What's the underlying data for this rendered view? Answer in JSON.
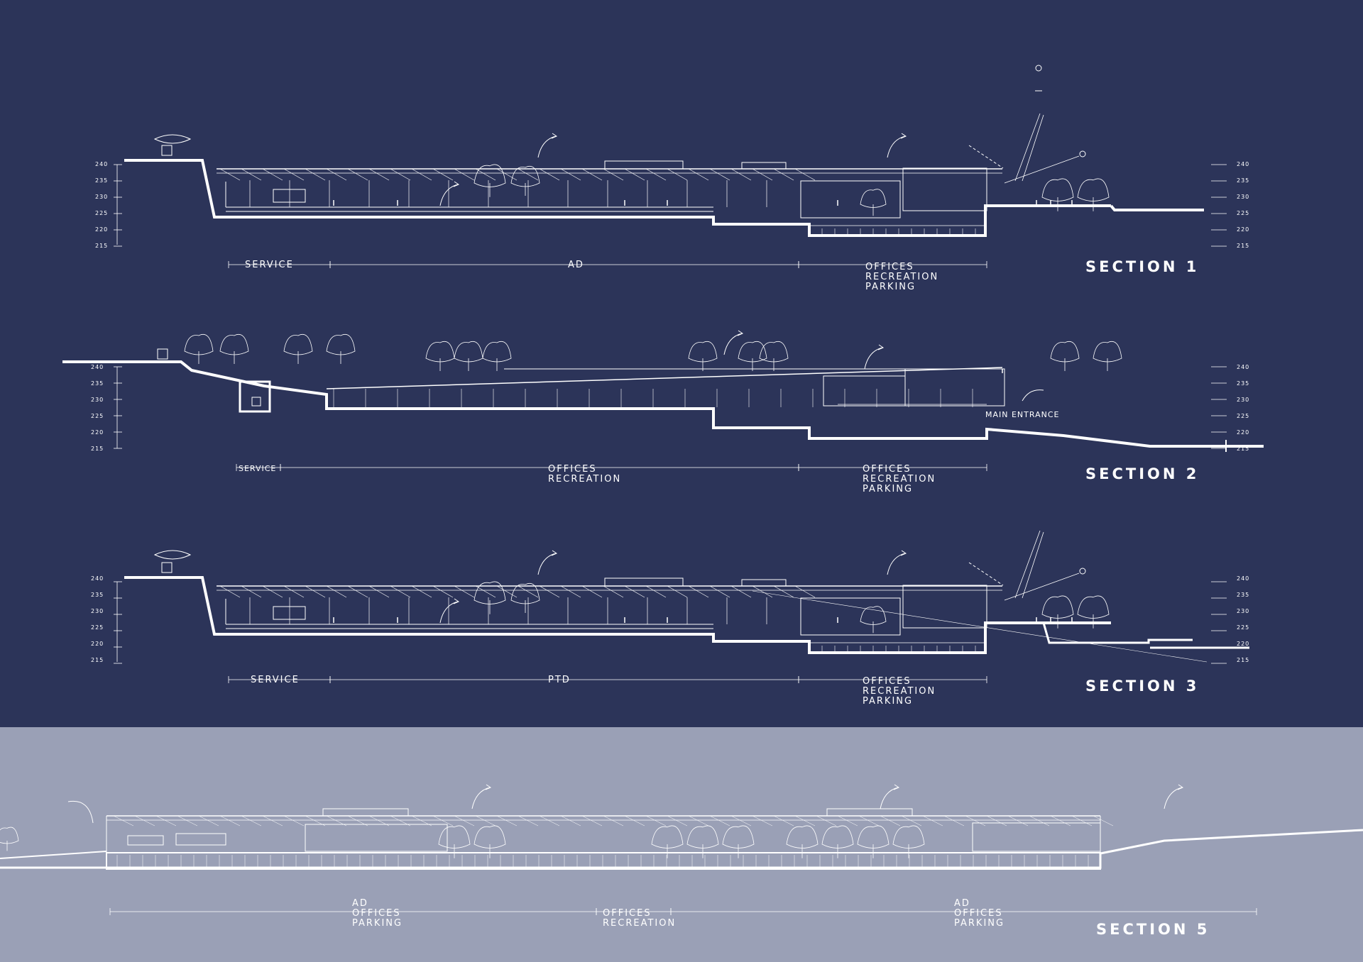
{
  "colors": {
    "background_top": "#2c3459",
    "background_bottom": "#9aa0b6",
    "line": "#ffffff"
  },
  "sections": [
    {
      "title": "SECTION 1",
      "levels_left": [
        "240",
        "235",
        "230",
        "225",
        "220",
        "215"
      ],
      "levels_right": [
        "240",
        "235",
        "230",
        "225",
        "220",
        "215"
      ],
      "zones": [
        {
          "lines": [
            "SERVICE"
          ]
        },
        {
          "lines": [
            "AD"
          ]
        },
        {
          "lines": [
            "OFFICES",
            "RECREATION",
            "PARKING"
          ]
        }
      ]
    },
    {
      "title": "SECTION 2",
      "levels_left": [
        "240",
        "235",
        "230",
        "225",
        "220",
        "215"
      ],
      "levels_right": [
        "240",
        "235",
        "230",
        "225",
        "220",
        "215"
      ],
      "annotation": "MAIN ENTRANCE",
      "zones": [
        {
          "lines": [
            "SERVICE"
          ]
        },
        {
          "lines": [
            "OFFICES",
            "RECREATION"
          ]
        },
        {
          "lines": [
            "OFFICES",
            "RECREATION",
            "PARKING"
          ]
        }
      ]
    },
    {
      "title": "SECTION 3",
      "levels_left": [
        "240",
        "235",
        "230",
        "225",
        "220",
        "215"
      ],
      "levels_right": [
        "240",
        "235",
        "230",
        "225",
        "220",
        "215"
      ],
      "zones": [
        {
          "lines": [
            "SERVICE"
          ]
        },
        {
          "lines": [
            "PTD"
          ]
        },
        {
          "lines": [
            "OFFICES",
            "RECREATION",
            "PARKING"
          ]
        }
      ]
    },
    {
      "title": "SECTION 5",
      "zones": [
        {
          "lines": [
            "AD",
            "OFFICES",
            "PARKING"
          ]
        },
        {
          "lines": [
            "OFFICES",
            "RECREATION"
          ]
        },
        {
          "lines": [
            "AD",
            "OFFICES",
            "PARKING"
          ]
        }
      ]
    }
  ]
}
